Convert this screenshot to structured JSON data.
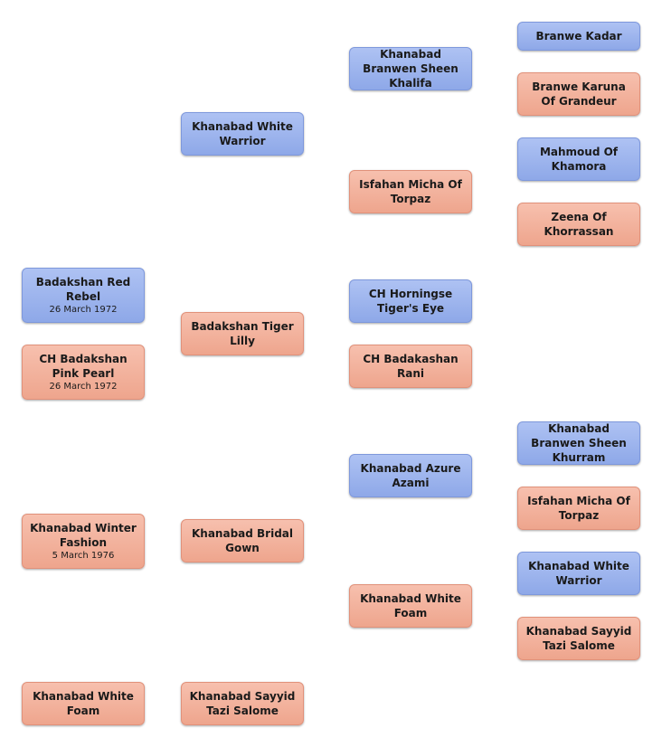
{
  "nodes": {
    "n1": {
      "name": "Branwe Kadar",
      "sex": "male"
    },
    "n2": {
      "name": "Khanabad Branwen Sheen Khalifa",
      "sex": "male"
    },
    "n3": {
      "name": "Branwe Karuna Of Grandeur",
      "sex": "female"
    },
    "n4": {
      "name": "Khanabad White Warrior",
      "sex": "male"
    },
    "n5": {
      "name": "Mahmoud Of Khamora",
      "sex": "male"
    },
    "n6": {
      "name": "Isfahan Micha Of Torpaz",
      "sex": "female"
    },
    "n7": {
      "name": "Zeena Of Khorrassan",
      "sex": "female"
    },
    "n8": {
      "name": "Badakshan Red Rebel",
      "date": "26 March 1972",
      "sex": "male"
    },
    "n9": {
      "name": "CH Horningse Tiger's Eye",
      "sex": "male"
    },
    "n10": {
      "name": "Badakshan Tiger Lilly",
      "sex": "female"
    },
    "n11": {
      "name": "CH Badakshan Pink Pearl",
      "date": "26 March 1972",
      "sex": "female"
    },
    "n12": {
      "name": "CH Badakashan Rani",
      "sex": "female"
    },
    "n13": {
      "name": "Khanabad Branwen Sheen Khurram",
      "sex": "male"
    },
    "n14": {
      "name": "Khanabad Azure Azami",
      "sex": "male"
    },
    "n15": {
      "name": "Isfahan Micha Of Torpaz",
      "sex": "female"
    },
    "n16": {
      "name": "Khanabad Winter Fashion",
      "date": "5 March 1976",
      "sex": "female"
    },
    "n17": {
      "name": "Khanabad Bridal Gown",
      "sex": "female"
    },
    "n18": {
      "name": "Khanabad White Warrior",
      "sex": "male"
    },
    "n19": {
      "name": "Khanabad White Foam",
      "sex": "female"
    },
    "n20": {
      "name": "Khanabad Sayyid Tazi Salome",
      "sex": "female"
    },
    "n21": {
      "name": "Khanabad White Foam",
      "sex": "female"
    },
    "n22": {
      "name": "Khanabad Sayyid Tazi Salome",
      "sex": "female"
    }
  },
  "colors": {
    "male": "#9bb3ee",
    "female": "#f2b19b"
  }
}
